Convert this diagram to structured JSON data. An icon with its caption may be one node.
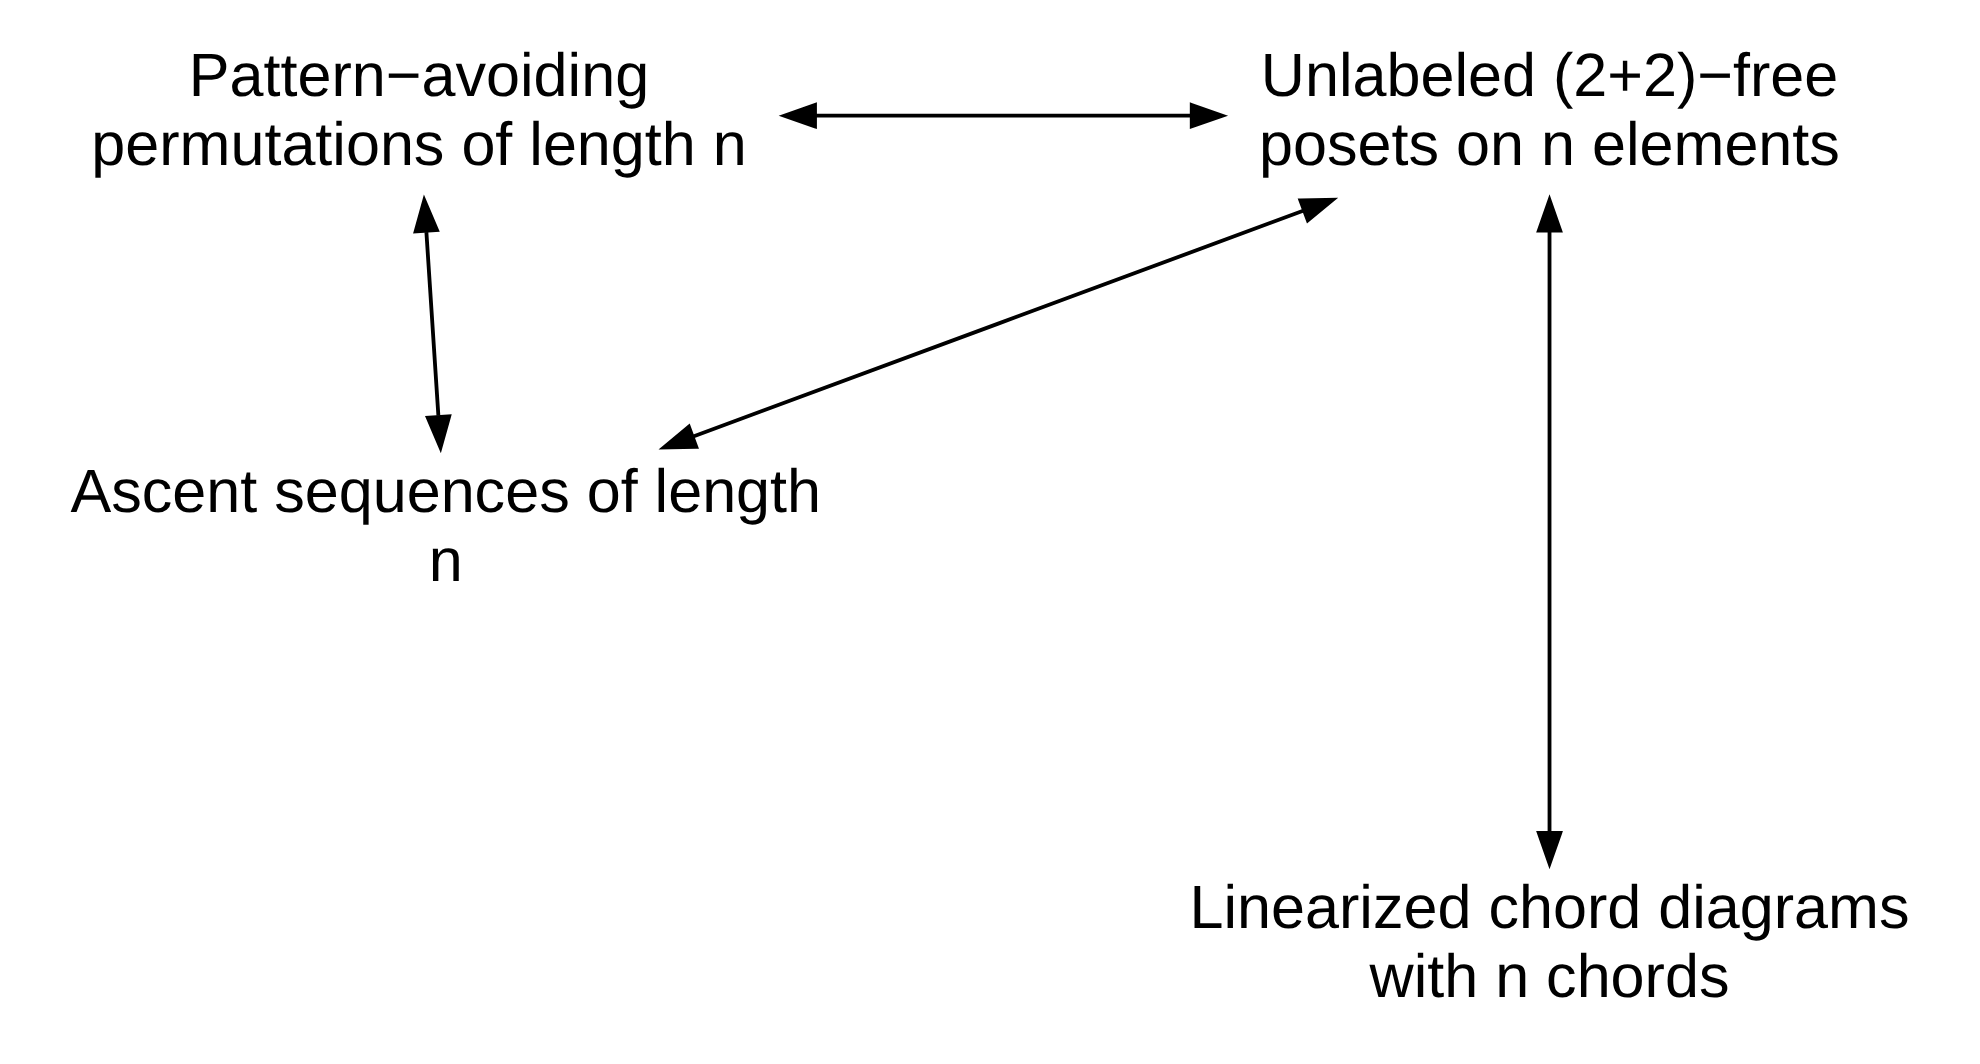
{
  "diagram": {
    "nodes": [
      {
        "text": [
          "Pattern−avoiding permutations of length n"
        ]
      },
      {
        "text": [
          "Unlabeled (2+2)−free posets on n elements"
        ]
      },
      {
        "text": [
          "Ascent sequences of length n"
        ]
      },
      {
        "text": [
          "Linearized chord diagrams with n chords"
        ]
      }
    ],
    "edges": [
      {
        "from": 0,
        "to": 1,
        "arrow": "both"
      },
      {
        "from": 0,
        "to": 2,
        "arrow": "both"
      },
      {
        "from": 1,
        "to": 2,
        "arrow": "both"
      },
      {
        "from": 1,
        "to": 3,
        "arrow": "both"
      }
    ]
  }
}
